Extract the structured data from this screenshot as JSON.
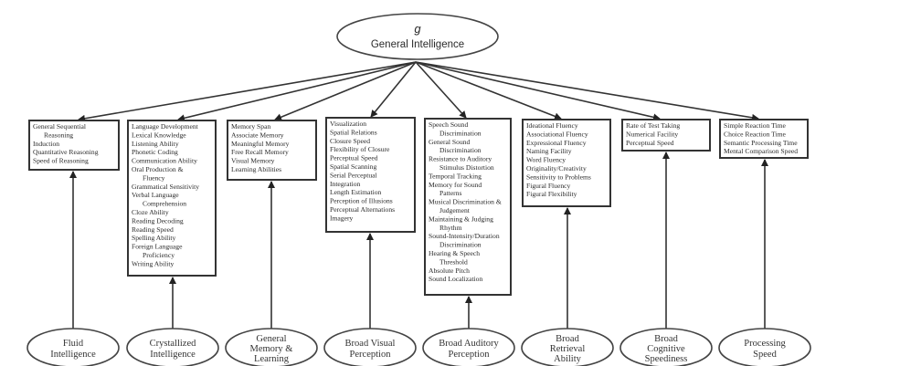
{
  "root": {
    "symbol": "g",
    "label": "General Intelligence"
  },
  "factors": [
    {
      "name": "fluid-intelligence",
      "oval_lines": [
        "Fluid",
        "Intelligence"
      ],
      "abilities": [
        {
          "text": "General Sequential",
          "indent": false
        },
        {
          "text": "Reasoning",
          "indent": true
        },
        {
          "text": "Induction",
          "indent": false
        },
        {
          "text": "Quantitative Reasoning",
          "indent": false
        },
        {
          "text": "Speed of Reasoning",
          "indent": false
        }
      ]
    },
    {
      "name": "crystallized-intelligence",
      "oval_lines": [
        "Crystallized",
        "Intelligence"
      ],
      "abilities": [
        {
          "text": "Language Development",
          "indent": false
        },
        {
          "text": "Lexical Knowledge",
          "indent": false
        },
        {
          "text": "Listening Ability",
          "indent": false
        },
        {
          "text": "Phonetic Coding",
          "indent": false
        },
        {
          "text": "Communication Ability",
          "indent": false
        },
        {
          "text": "Oral Production &",
          "indent": false
        },
        {
          "text": "Fluency",
          "indent": true
        },
        {
          "text": "Grammatical Sensitivity",
          "indent": false
        },
        {
          "text": "Verbal Language",
          "indent": false
        },
        {
          "text": "Comprehension",
          "indent": true
        },
        {
          "text": "Cloze Ability",
          "indent": false
        },
        {
          "text": "Reading Decoding",
          "indent": false
        },
        {
          "text": "Reading Speed",
          "indent": false
        },
        {
          "text": "Spelling Ability",
          "indent": false
        },
        {
          "text": "Foreign Language",
          "indent": false
        },
        {
          "text": "Proficiency",
          "indent": true
        },
        {
          "text": "Writing Ability",
          "indent": false
        }
      ]
    },
    {
      "name": "general-memory-learning",
      "oval_lines": [
        "General",
        "Memory &",
        "Learning"
      ],
      "abilities": [
        {
          "text": "Memory Span",
          "indent": false
        },
        {
          "text": "Associate Memory",
          "indent": false
        },
        {
          "text": "Meaningful Memory",
          "indent": false
        },
        {
          "text": "Free Recall Memory",
          "indent": false
        },
        {
          "text": "Visual Memory",
          "indent": false
        },
        {
          "text": "Learning Abilities",
          "indent": false
        }
      ]
    },
    {
      "name": "broad-visual-perception",
      "oval_lines": [
        "Broad Visual",
        "Perception"
      ],
      "abilities": [
        {
          "text": "Visualization",
          "indent": false
        },
        {
          "text": "Spatial Relations",
          "indent": false
        },
        {
          "text": "Closure Speed",
          "indent": false
        },
        {
          "text": "Flexibility of Closure",
          "indent": false
        },
        {
          "text": "Perceptual Speed",
          "indent": false
        },
        {
          "text": "Spatial Scanning",
          "indent": false
        },
        {
          "text": "Serial Perceptual",
          "indent": false
        },
        {
          "text": "Integration",
          "indent": false
        },
        {
          "text": "Length Estimation",
          "indent": false
        },
        {
          "text": "Perception of Illusions",
          "indent": false
        },
        {
          "text": "Perceptual Alternations",
          "indent": false
        },
        {
          "text": "Imagery",
          "indent": false
        }
      ]
    },
    {
      "name": "broad-auditory-perception",
      "oval_lines": [
        "Broad Auditory",
        "Perception"
      ],
      "abilities": [
        {
          "text": "Speech Sound",
          "indent": false
        },
        {
          "text": "Discrimination",
          "indent": true
        },
        {
          "text": "General Sound",
          "indent": false
        },
        {
          "text": "Discrimination",
          "indent": true
        },
        {
          "text": "Resistance to Auditory",
          "indent": false
        },
        {
          "text": "Stimulus Distortion",
          "indent": true
        },
        {
          "text": "Temporal Tracking",
          "indent": false
        },
        {
          "text": "Memory for Sound",
          "indent": false
        },
        {
          "text": "Patterns",
          "indent": true
        },
        {
          "text": "Musical Discrimination &",
          "indent": false
        },
        {
          "text": "Judgement",
          "indent": true
        },
        {
          "text": "Maintaining & Judging",
          "indent": false
        },
        {
          "text": "Rhythm",
          "indent": true
        },
        {
          "text": "Sound-Intensity/Duration",
          "indent": false
        },
        {
          "text": "Discrimination",
          "indent": true
        },
        {
          "text": "Hearing & Speech",
          "indent": false
        },
        {
          "text": "Threshold",
          "indent": true
        },
        {
          "text": "Absolute Pitch",
          "indent": false
        },
        {
          "text": "Sound Localization",
          "indent": false
        }
      ]
    },
    {
      "name": "broad-retrieval-ability",
      "oval_lines": [
        "Broad",
        "Retrieval",
        "Ability"
      ],
      "abilities": [
        {
          "text": "Ideational Fluency",
          "indent": false
        },
        {
          "text": "Associational Fluency",
          "indent": false
        },
        {
          "text": "Expressional Fluency",
          "indent": false
        },
        {
          "text": "Naming Facility",
          "indent": false
        },
        {
          "text": "Word Fluency",
          "indent": false
        },
        {
          "text": "Originality/Creativity",
          "indent": false
        },
        {
          "text": "Sensitivity to Problems",
          "indent": false
        },
        {
          "text": "Figural Fluency",
          "indent": false
        },
        {
          "text": "Figural Flexibility",
          "indent": false
        }
      ]
    },
    {
      "name": "broad-cognitive-speediness",
      "oval_lines": [
        "Broad",
        "Cognitive",
        "Speediness"
      ],
      "abilities": [
        {
          "text": "Rate of Test Taking",
          "indent": false
        },
        {
          "text": "Numerical Facility",
          "indent": false
        },
        {
          "text": "Perceptual Speed",
          "indent": false
        }
      ]
    },
    {
      "name": "processing-speed",
      "oval_lines": [
        "Processing",
        "Speed"
      ],
      "abilities": [
        {
          "text": "Simple Reaction Time",
          "indent": false
        },
        {
          "text": "Choice Reaction Time",
          "indent": false
        },
        {
          "text": "Semantic Processing Time",
          "indent": false
        },
        {
          "text": "Mental Comparison Speed",
          "indent": false
        }
      ]
    }
  ]
}
